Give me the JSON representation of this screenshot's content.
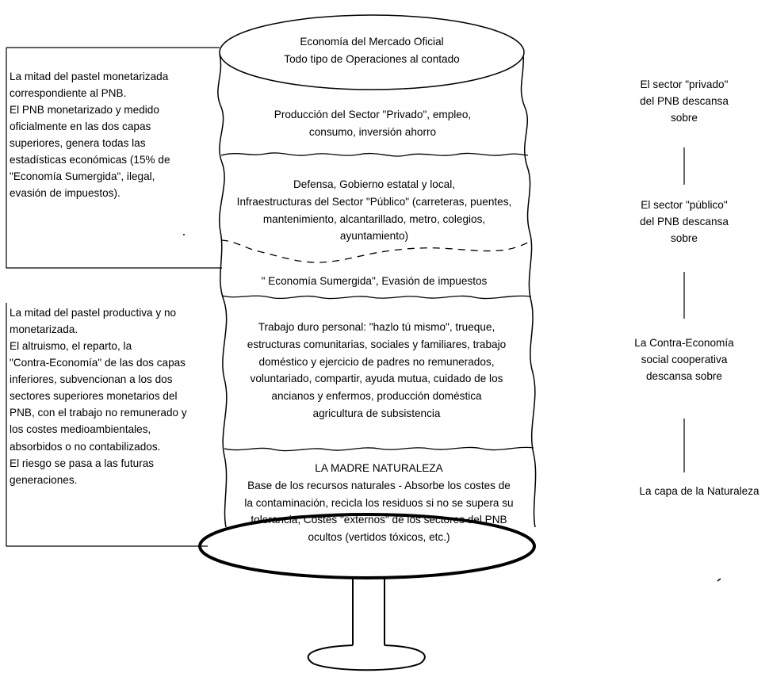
{
  "left_notes": {
    "upper": "La mitad del pastel monetarizada\ncorrespondiente al PNB.\nEl PNB monetarizado y medido\noficialmente en las dos capas\nsuperiores, genera todas las\nestadísticas económicas (15% de\n\"Economía Sumergida\", ilegal,\nevasión de impuestos).",
    "lower": "La mitad del pastel productiva y no\nmonetarizada.\nEl altruismo, el reparto, la\n\"Contra-Economía\" de las dos capas\ninferiores, subvencionan a los dos\nsectores superiores monetarios del\nPNB, con el trabajo no remunerado y\nlos costes medioambientales,\nabsorbidos o no contabilizados.\nEl riesgo se pasa a las futuras\ngeneraciones."
  },
  "layers": {
    "top": "Economía del Mercado Oficial\nTodo tipo de Operaciones al contado",
    "private": "Producción del Sector \"Privado\", empleo,\nconsumo, inversión ahorro",
    "public": "Defensa, Gobierno estatal y local,\nInfraestructuras del Sector \"Público\" (carreteras, puentes,\nmantenimiento, alcantarillado, metro, colegios,\nayuntamiento)",
    "underground": "\" Economía Sumergida\", Evasión de impuestos",
    "counter": "Trabajo duro personal: \"hazlo tú mismo\", trueque,\nestructuras comunitarias, sociales y familiares, trabajo\ndoméstico y ejercicio de padres no remunerados,\nvoluntariado, compartir, ayuda mutua, cuidado de los\nancianos y enfermos, producción doméstica\nagricultura de subsistencia",
    "nature": "LA MADRE NATURALEZA\nBase de los recursos naturales - Absorbe los costes de\nla contaminación, recicla los residuos si no se supera su\ntolerancia, Costes \"externos\" de los sectores del PNB\nocultos (vertidos tóxicos, etc.)"
  },
  "right_notes": {
    "private": "El sector \"privado\"\ndel PNB descansa\nsobre",
    "public": "El sector \"público\"\ndel PNB descansa\nsobre",
    "counter": "La Contra-Economía\nsocial cooperativa\ndescansa sobre",
    "nature": "La capa de la Naturaleza"
  }
}
